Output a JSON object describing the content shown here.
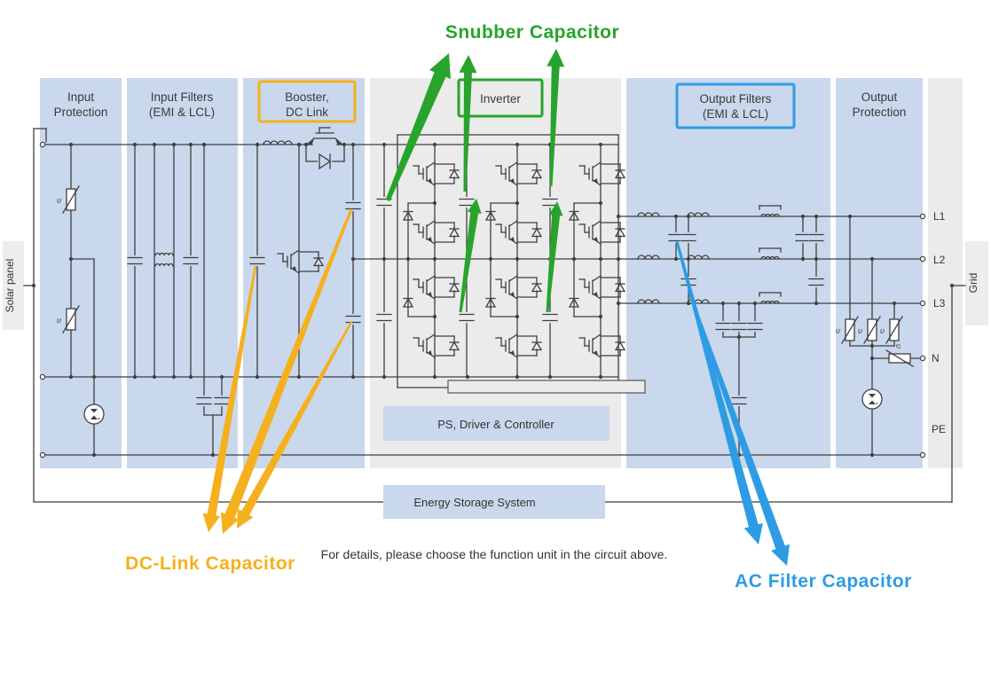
{
  "colors": {
    "green": "#28a42c",
    "orange": "#f5b01e",
    "blue": "#2d9ce5",
    "band": "#c9d8ec",
    "panel": "#ebebeb",
    "wire": "#3f3f3f",
    "side_box": "#ededed",
    "white": "#ffffff"
  },
  "columns": {
    "input_protection": [
      "Input",
      "Protection"
    ],
    "input_filters": [
      "Input Filters",
      "(EMI & LCL)"
    ],
    "booster": [
      "Booster,",
      "DC Link"
    ],
    "inverter": [
      "Inverter"
    ],
    "output_filters": [
      "Output Filters",
      "(EMI & LCL)"
    ],
    "output_protection": [
      "Output",
      "Protection"
    ]
  },
  "side_labels": {
    "solar": "Solar panel",
    "grid": "Grid"
  },
  "line_labels": [
    "L1",
    "L2",
    "L3",
    "N",
    "PE"
  ],
  "boxes": {
    "ps": "PS, Driver & Controller",
    "ess": "Energy Storage System"
  },
  "annotations": {
    "snubber": "Snubber Capacitor",
    "dclink": "DC-Link Capacitor",
    "acfilter": "AC Filter Capacitor"
  },
  "footer": "For details, please choose the function unit in the circuit above."
}
